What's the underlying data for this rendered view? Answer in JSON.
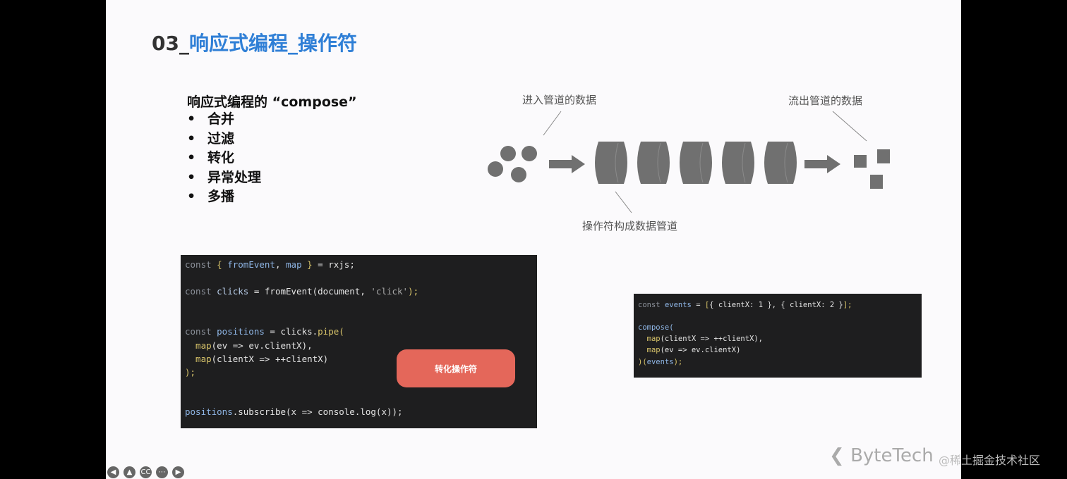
{
  "slide": {
    "title_number": "03_",
    "title_text": "响应式编程_操作符",
    "heading": "响应式编程的 “compose”",
    "bullets": [
      "合并",
      "过滤",
      "转化",
      "异常处理",
      "多播"
    ],
    "diagram": {
      "label_input": "进入管道的数据",
      "label_output": "流出管道的数据",
      "label_pipe": "操作符构成数据管道",
      "fill_color": "#707070"
    },
    "code_rxjs": [
      [
        {
          "t": "const ",
          "c": "k"
        },
        {
          "t": "{ ",
          "c": "y"
        },
        {
          "t": "fromEvent",
          "c": "f"
        },
        {
          "t": ", ",
          "c": "w"
        },
        {
          "t": "map",
          "c": "f"
        },
        {
          "t": " }",
          "c": "y"
        },
        {
          "t": " = rxjs;",
          "c": "w"
        }
      ],
      [
        {
          "t": "const ",
          "c": "k"
        },
        {
          "t": "clicks",
          "c": "v"
        },
        {
          "t": " = fromEvent(document, ",
          "c": "w"
        },
        {
          "t": "'click'",
          "c": "s"
        },
        {
          "t": ");",
          "c": "y"
        }
      ],
      [
        {
          "t": "const ",
          "c": "k"
        },
        {
          "t": "positions",
          "c": "f"
        },
        {
          "t": " = clicks.",
          "c": "w"
        },
        {
          "t": "pipe(",
          "c": "y"
        }
      ],
      [
        {
          "t": "  map",
          "c": "y"
        },
        {
          "t": "(ev => ev.clientX),",
          "c": "w"
        }
      ],
      [
        {
          "t": "  map",
          "c": "y"
        },
        {
          "t": "(clientX => ++clientX)",
          "c": "w"
        }
      ],
      [
        {
          "t": ");",
          "c": "y"
        }
      ],
      [
        {
          "t": "positions",
          "c": "f"
        },
        {
          "t": ".subscribe(x => console.log(x));",
          "c": "w"
        }
      ]
    ],
    "callout": "转化操作符",
    "callout_color": "#e4675a",
    "code_compose": [
      [
        {
          "t": "const ",
          "c": "k"
        },
        {
          "t": "events",
          "c": "f"
        },
        {
          "t": " = ",
          "c": "w"
        },
        {
          "t": "[",
          "c": "y"
        },
        {
          "t": "{ clientX: 1 }, { clientX: 2 }",
          "c": "w"
        },
        {
          "t": "];",
          "c": "y"
        }
      ],
      [
        {
          "t": "compose(",
          "c": "f"
        }
      ],
      [
        {
          "t": "  map",
          "c": "y"
        },
        {
          "t": "(clientX => ++clientX),",
          "c": "w"
        }
      ],
      [
        {
          "t": "  map",
          "c": "y"
        },
        {
          "t": "(ev => ev.clientX)",
          "c": "w"
        }
      ],
      [
        {
          "t": ")(",
          "c": "y"
        },
        {
          "t": "events",
          "c": "f"
        },
        {
          "t": ");",
          "c": "y"
        }
      ]
    ],
    "logo": "ByteTech",
    "watermark": "@稀土掘金技术社区",
    "controls": [
      "previous-icon",
      "pointer-icon",
      "captions-icon",
      "more-icon",
      "next-icon"
    ]
  }
}
